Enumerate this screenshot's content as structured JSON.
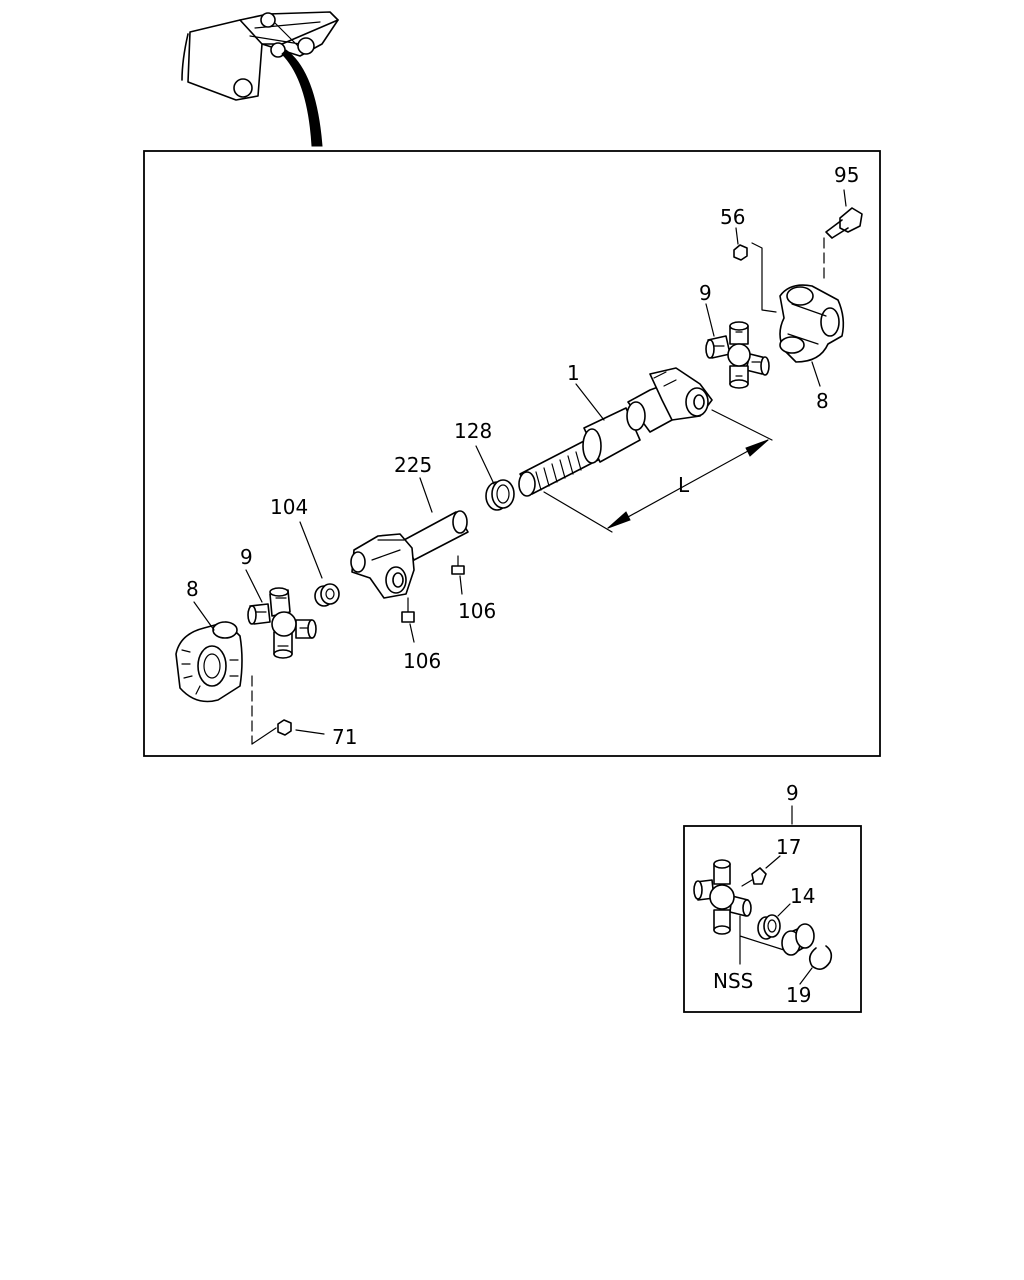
{
  "callouts": {
    "p95": "95",
    "p56": "56",
    "p9_top": "9",
    "p8_right": "8",
    "p1": "1",
    "p128": "128",
    "p225": "225",
    "p104": "104",
    "p9_left": "9",
    "p8_left": "8",
    "p106_a": "106",
    "p106_b": "106",
    "p71": "71",
    "dim_L": "L"
  },
  "detail": {
    "p9": "9",
    "p17": "17",
    "p14": "14",
    "nss": "NSS",
    "p19": "19"
  }
}
